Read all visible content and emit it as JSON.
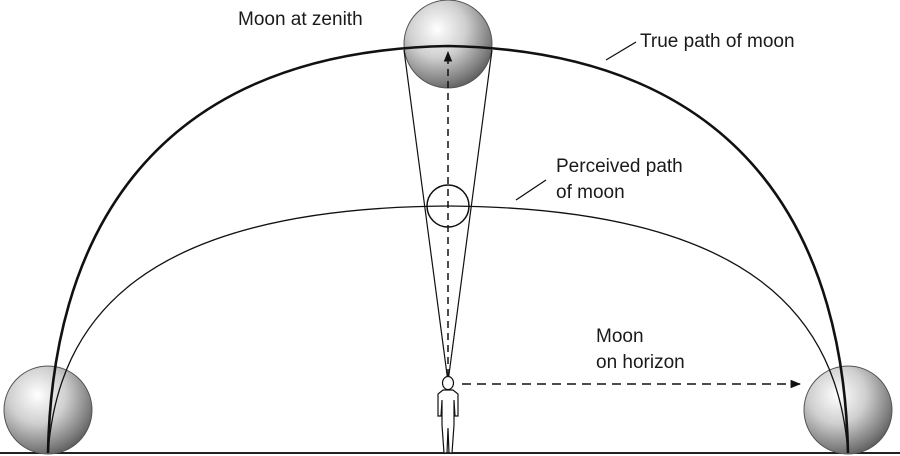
{
  "labels": {
    "zenith": "Moon at zenith",
    "true_path": "True path of moon",
    "perceived_path_line1": "Perceived path",
    "perceived_path_line2": "of moon",
    "horizon_line1": "Moon",
    "horizon_line2": "on horizon"
  }
}
